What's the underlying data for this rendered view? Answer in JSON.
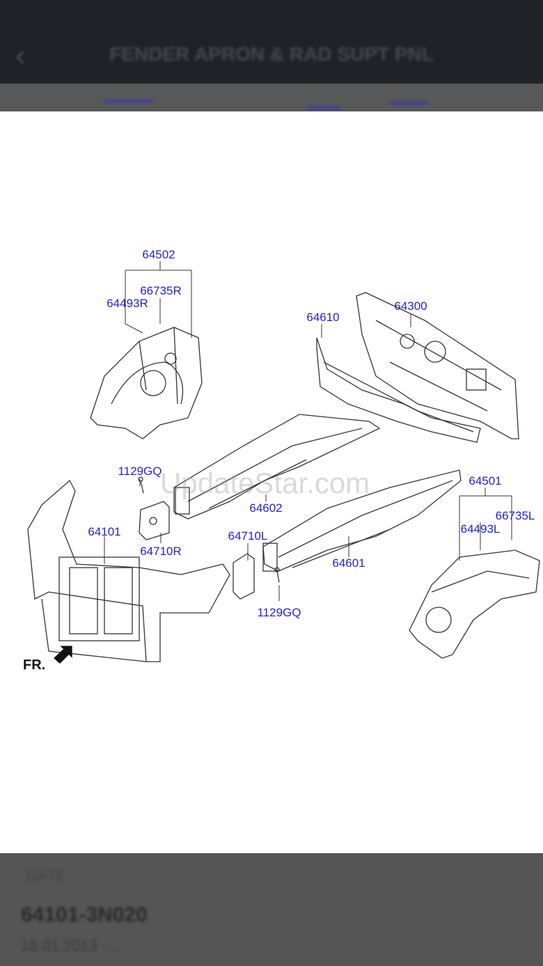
{
  "header": {
    "title": "FENDER APRON & RAD SUPT PNL",
    "back_icon": "chevron-left-icon"
  },
  "diagram": {
    "watermark": "UpdateStar.com",
    "direction_label": "FR.",
    "labels": {
      "l64502": "64502",
      "l66735R": "66735R",
      "l64493R": "64493R",
      "l64610": "64610",
      "l64300": "64300",
      "l1129GQ_a": "1129GQ",
      "l64501": "64501",
      "l64602": "64602",
      "l66735L": "66735L",
      "l64101": "64101",
      "l64493L": "64493L",
      "l64710L": "64710L",
      "l64710R": "64710R",
      "l64601": "64601",
      "l1129GQ_b": "1129GQ"
    },
    "label_color": "#2222dd"
  },
  "detail": {
    "section_label": "DATE",
    "part_number": "64101-3N020",
    "date_range": "18.01.2013 - ..."
  }
}
